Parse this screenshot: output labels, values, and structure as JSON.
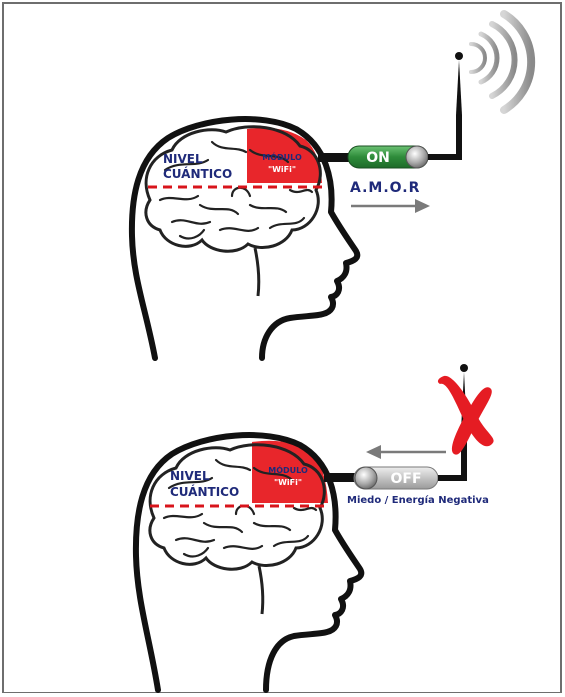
{
  "panels": [
    {
      "brain_label": [
        "NIVEL",
        "CUÁNTICO"
      ],
      "module_label": [
        "MÓDULO",
        "\"WiFi\""
      ],
      "switch_state": "ON",
      "caption": "A.M.O.R",
      "arrow_direction": "right",
      "antenna": "transmitting"
    },
    {
      "brain_label": [
        "NIVEL",
        "CUÁNTICO"
      ],
      "module_label": [
        "MÓDULO",
        "\"WiFi\""
      ],
      "switch_state": "OFF",
      "caption": "Miedo / Energía Negativa",
      "arrow_direction": "left",
      "antenna": "blocked"
    }
  ],
  "colors": {
    "module_fill": "#e8262b",
    "switch_on": "#2e8b3a",
    "switch_off": "#bdbdbd",
    "label_text": "#1f2a7a",
    "x_mark": "#e51c23",
    "dashed_line": "#d8141b"
  }
}
